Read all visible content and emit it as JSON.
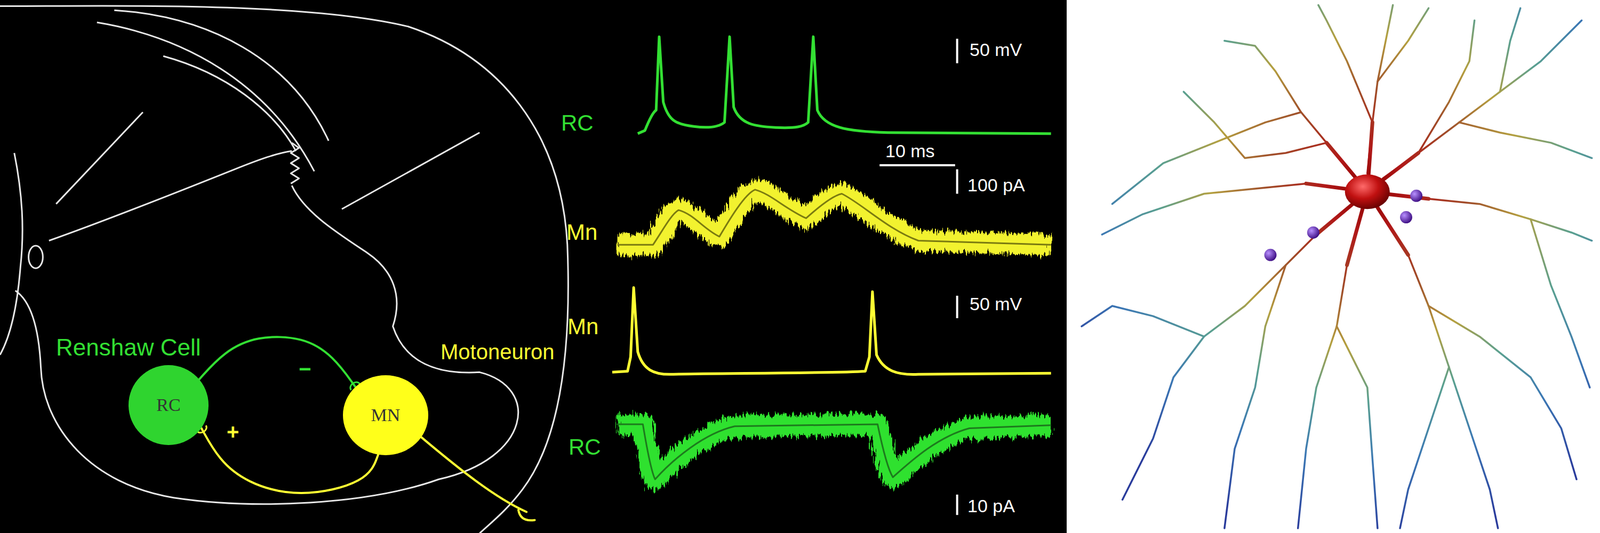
{
  "diagram": {
    "nodes": [
      {
        "text": [
          "RC"
        ]
      },
      {
        "text": [
          "MN"
        ]
      }
    ],
    "edges": [
      {
        "from": 0,
        "to": 1,
        "arrow": "to",
        "label": "−"
      },
      {
        "from": 1,
        "to": 0,
        "arrow": "to",
        "label": "+"
      }
    ],
    "labels": [
      "Renshaw Cell",
      "Motoneuron",
      "RC",
      "50 mV",
      "10 ms",
      "100 pA",
      "Mn",
      "50 mV",
      "Mn",
      "RC",
      "10 pA"
    ]
  }
}
